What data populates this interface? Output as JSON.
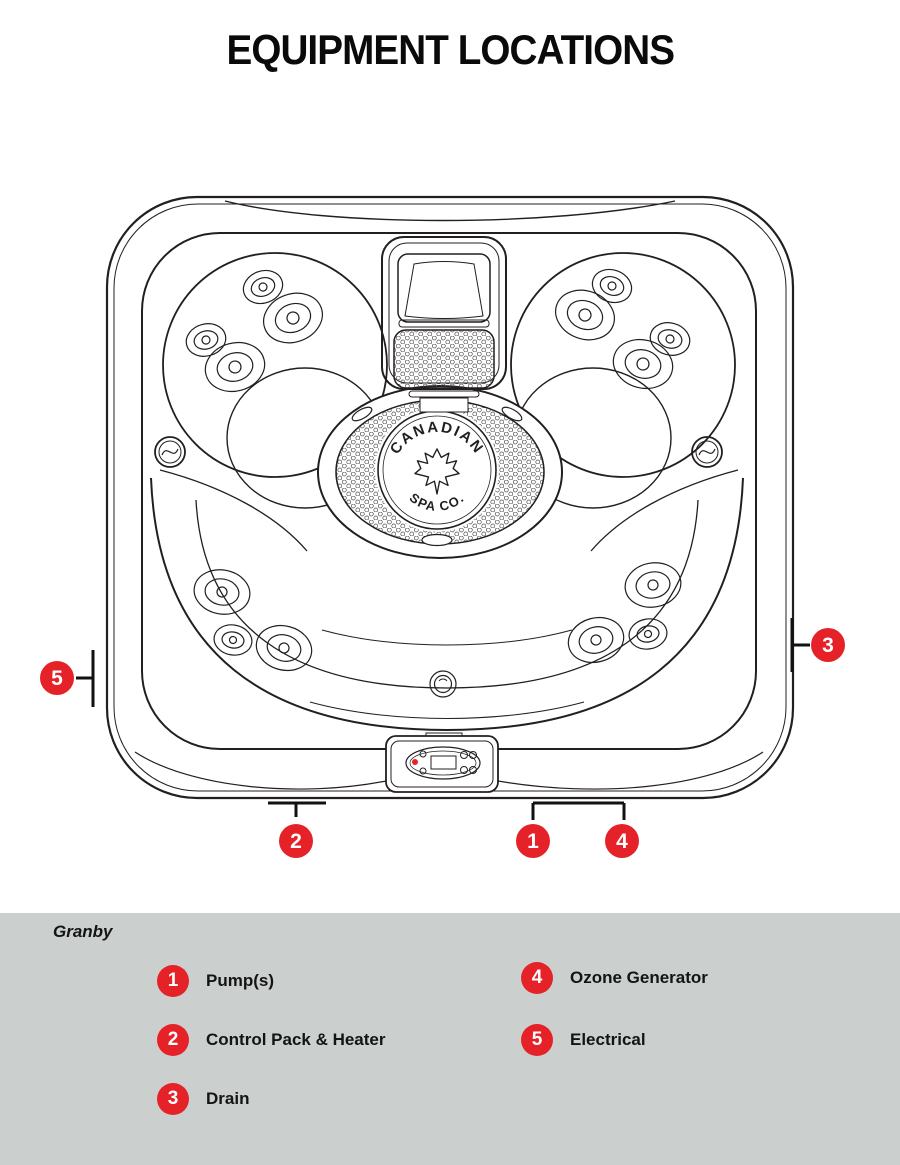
{
  "title": "EQUIPMENT LOCATIONS",
  "legend": {
    "heading": "Granby"
  },
  "equipment": [
    {
      "number": "1",
      "label": "Pump(s)"
    },
    {
      "number": "2",
      "label": "Control Pack & Heater"
    },
    {
      "number": "3",
      "label": "Drain"
    },
    {
      "number": "4",
      "label": "Ozone Generator"
    },
    {
      "number": "5",
      "label": "Electrical"
    }
  ],
  "logo": {
    "arc_top": "CANADIAN",
    "arc_bottom": "SPA CO."
  },
  "colors": {
    "accent_red": "#e52228",
    "panel_gray": "#cbd0ce",
    "line": "#231f20"
  }
}
